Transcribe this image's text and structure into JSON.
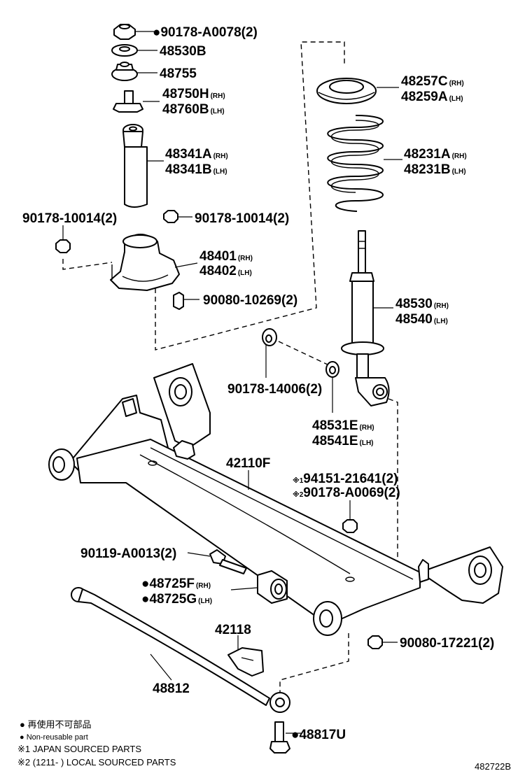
{
  "diagram_id": "482722B",
  "parts": {
    "p_90178_A0078": {
      "bullet": "●",
      "number": "90178-A0078(2)"
    },
    "p_48530B": {
      "number": "48530B"
    },
    "p_48755": {
      "number": "48755"
    },
    "p_48750H": {
      "number": "48750H",
      "side": "(RH)"
    },
    "p_48760B": {
      "number": "48760B",
      "side": "(LH)"
    },
    "p_48341A": {
      "number": "48341A",
      "side": "(RH)"
    },
    "p_48341B": {
      "number": "48341B",
      "side": "(LH)"
    },
    "p_90178_10014_left": {
      "number": "90178-10014(2)"
    },
    "p_90178_10014_right": {
      "number": "90178-10014(2)"
    },
    "p_48401": {
      "number": "48401",
      "side": "(RH)"
    },
    "p_48402": {
      "number": "48402",
      "side": "(LH)"
    },
    "p_90080_10269": {
      "number": "90080-10269(2)"
    },
    "p_48257C": {
      "number": "48257C",
      "side": "(RH)"
    },
    "p_48259A": {
      "number": "48259A",
      "side": "(LH)"
    },
    "p_48231A": {
      "number": "48231A",
      "side": "(RH)"
    },
    "p_48231B": {
      "number": "48231B",
      "side": "(LH)"
    },
    "p_48530": {
      "number": "48530",
      "side": "(RH)"
    },
    "p_48540": {
      "number": "48540",
      "side": "(LH)"
    },
    "p_90178_14006": {
      "number": "90178-14006(2)"
    },
    "p_48531E": {
      "number": "48531E",
      "side": "(RH)"
    },
    "p_48541E": {
      "number": "48541E",
      "side": "(LH)"
    },
    "p_42110F": {
      "number": "42110F"
    },
    "p_94151_21641": {
      "mark": "※1",
      "number": "94151-21641(2)"
    },
    "p_90178_A0069": {
      "mark": "※2",
      "number": "90178-A0069(2)"
    },
    "p_90119_A0013": {
      "number": "90119-A0013(2)"
    },
    "p_48725F": {
      "bullet": "●",
      "number": "48725F",
      "side": "(RH)"
    },
    "p_48725G": {
      "bullet": "●",
      "number": "48725G",
      "side": "(LH)"
    },
    "p_42118": {
      "number": "42118"
    },
    "p_90080_17221": {
      "number": "90080-17221(2)"
    },
    "p_48812": {
      "number": "48812"
    },
    "p_48817U": {
      "bullet": "●",
      "number": "48817U"
    }
  },
  "legend": {
    "line1": "● 再使用不可部品",
    "line2": "● Non-reusable part",
    "line3": "※1 JAPAN SOURCED PARTS",
    "line4": "※2 (1211-    ) LOCAL SOURCED PARTS"
  }
}
